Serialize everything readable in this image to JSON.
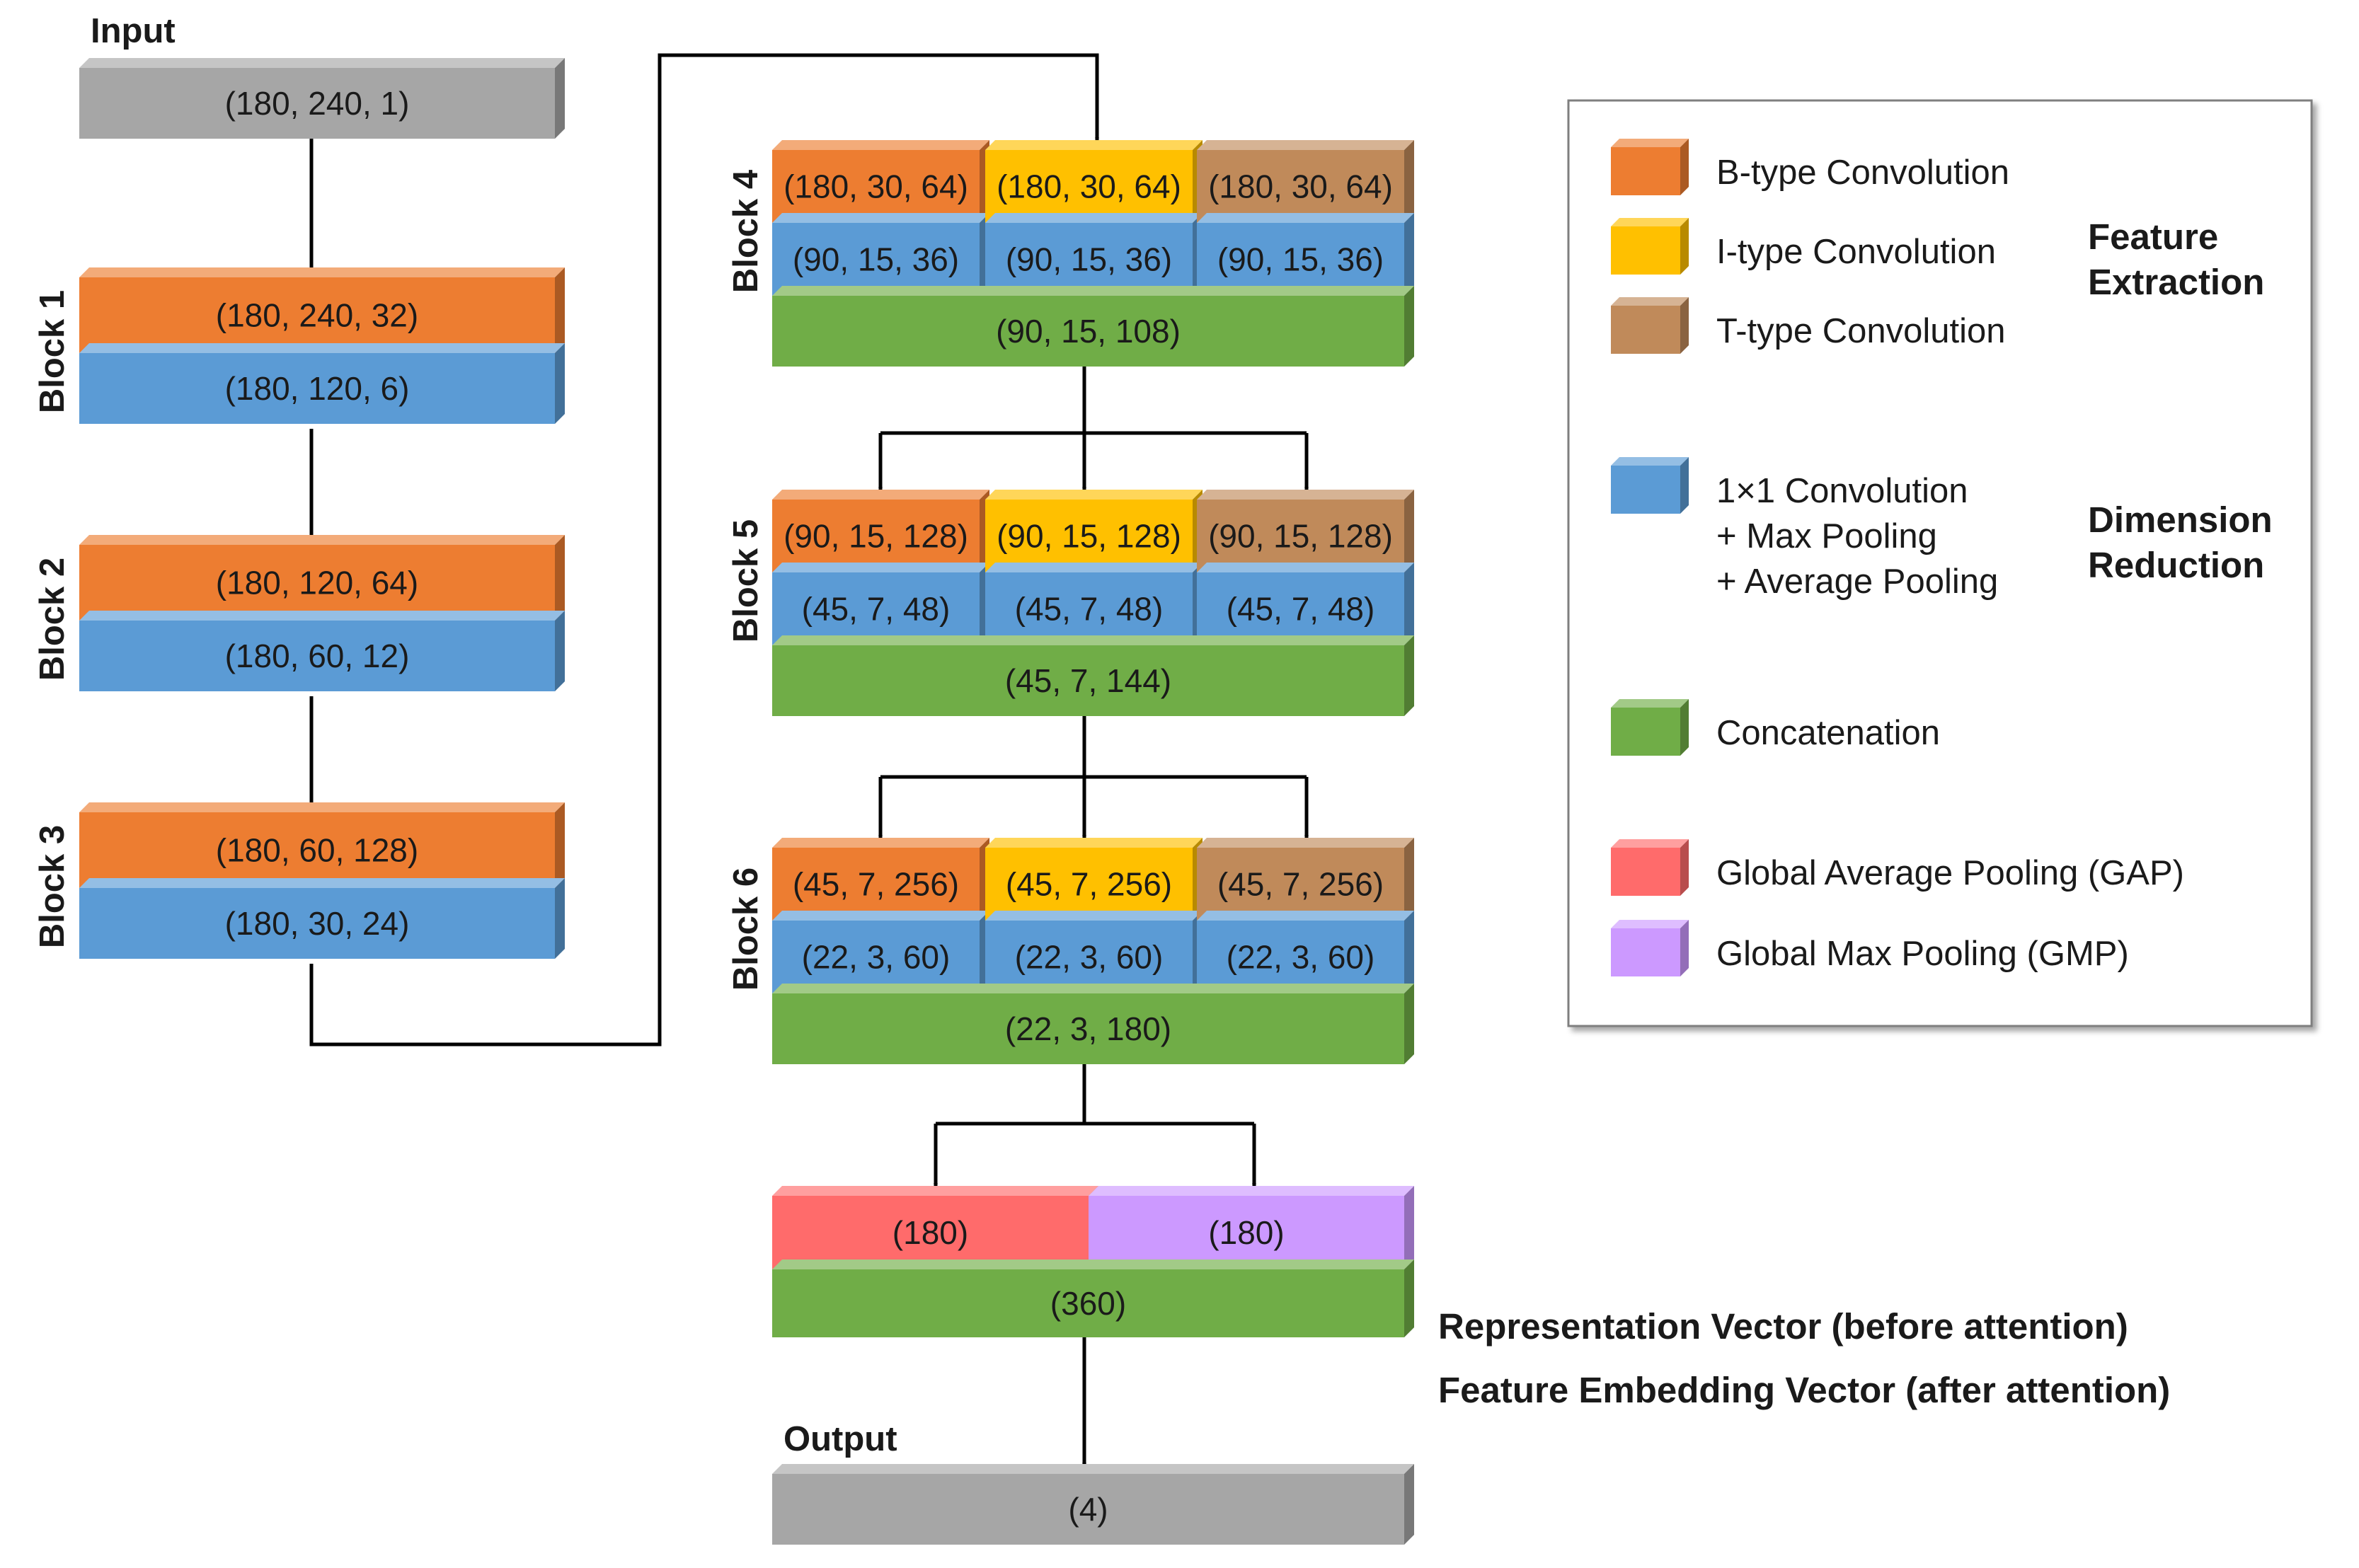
{
  "colors": {
    "b_type": "#ED7D31",
    "i_type": "#FFC000",
    "t_type": "#C08A5A",
    "reduction": "#5B9BD5",
    "concat": "#70AD47",
    "gap": "#FF6B6B",
    "gmp": "#CC99FF",
    "io": "#A6A6A6"
  },
  "input": {
    "label": "Input",
    "shape": "(180, 240, 1)"
  },
  "left_blocks": [
    {
      "label": "Block 1",
      "conv": "(180, 240, 32)",
      "reduce": "(180, 120, 6)"
    },
    {
      "label": "Block 2",
      "conv": "(180, 120, 64)",
      "reduce": "(180, 60, 12)"
    },
    {
      "label": "Block 3",
      "conv": "(180, 60, 128)",
      "reduce": "(180, 30, 24)"
    }
  ],
  "right_blocks": [
    {
      "label": "Block 4",
      "conv": [
        "(180, 30, 64)",
        "(180, 30, 64)",
        "(180, 30, 64)"
      ],
      "reduce": [
        "(90, 15, 36)",
        "(90, 15, 36)",
        "(90, 15, 36)"
      ],
      "concat": "(90, 15, 108)"
    },
    {
      "label": "Block 5",
      "conv": [
        "(90, 15, 128)",
        "(90, 15, 128)",
        "(90, 15, 128)"
      ],
      "reduce": [
        "(45, 7, 48)",
        "(45, 7, 48)",
        "(45, 7, 48)"
      ],
      "concat": "(45, 7, 144)"
    },
    {
      "label": "Block 6",
      "conv": [
        "(45, 7, 256)",
        "(45, 7, 256)",
        "(45, 7, 256)"
      ],
      "reduce": [
        "(22, 3, 60)",
        "(22, 3, 60)",
        "(22, 3, 60)"
      ],
      "concat": "(22, 3, 180)"
    }
  ],
  "pooling": {
    "gap": "(180)",
    "gmp": "(180)",
    "concat": "(360)"
  },
  "output": {
    "label": "Output",
    "shape": "(4)"
  },
  "notes": {
    "representation": "Representation Vector (before attention)",
    "embedding": "Feature Embedding Vector (after attention)"
  },
  "legend": {
    "items": [
      {
        "color_key": "b_type",
        "lines": [
          "B-type Convolution"
        ]
      },
      {
        "color_key": "i_type",
        "lines": [
          "I-type Convolution"
        ]
      },
      {
        "color_key": "t_type",
        "lines": [
          "T-type Convolution"
        ]
      },
      {
        "color_key": "reduction",
        "lines": [
          "1×1 Convolution",
          "+ Max Pooling",
          "+ Average Pooling"
        ]
      },
      {
        "color_key": "concat",
        "lines": [
          "Concatenation"
        ]
      },
      {
        "color_key": "gap",
        "lines": [
          "Global Average Pooling (GAP)"
        ]
      },
      {
        "color_key": "gmp",
        "lines": [
          "Global Max Pooling (GMP)"
        ]
      }
    ],
    "groups": [
      {
        "lines": [
          "Feature",
          "Extraction"
        ]
      },
      {
        "lines": [
          "Dimension",
          "Reduction"
        ]
      }
    ]
  }
}
